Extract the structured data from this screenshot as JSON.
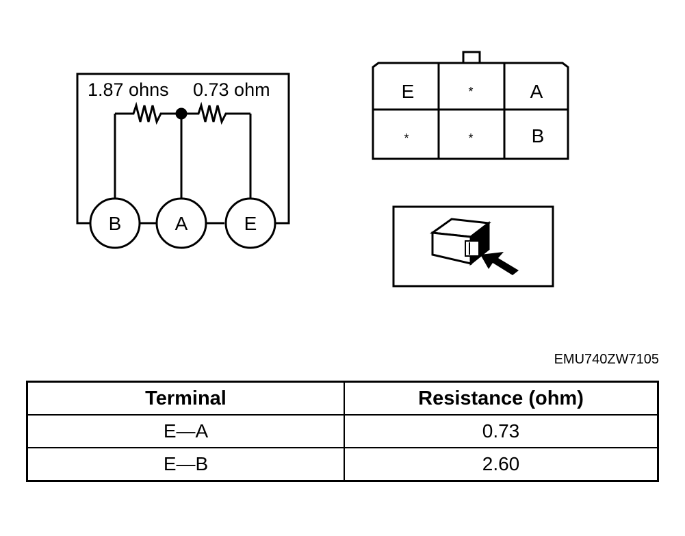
{
  "schematic": {
    "resistor_left_label": "1.87 ohns",
    "resistor_right_label": "0.73 ohm",
    "terminals": [
      "B",
      "A",
      "E"
    ]
  },
  "connector": {
    "pins_row1": [
      "E",
      "*",
      "A"
    ],
    "pins_row2": [
      "*",
      "*",
      "B"
    ]
  },
  "reference_code": "EMU740ZW7105",
  "table": {
    "headers": [
      "Terminal",
      "Resistance (ohm)"
    ],
    "rows": [
      [
        "E—A",
        "0.73"
      ],
      [
        "E—B",
        "2.60"
      ]
    ]
  }
}
